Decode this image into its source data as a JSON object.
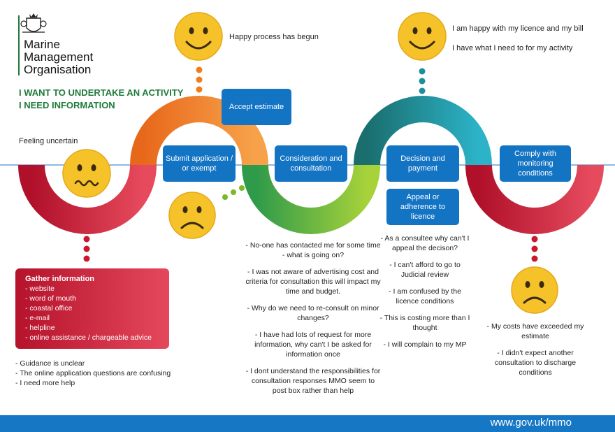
{
  "branding": {
    "org_name_lines": [
      "Marine",
      "Management",
      "Organisation"
    ],
    "logo_icon": "royal-coat-of-arms-icon"
  },
  "headline": {
    "line1": "I WANT TO UNDERTAKE AN ACTIVITY",
    "line2": "I NEED INFORMATION"
  },
  "captions": {
    "feeling_uncertain": "Feeling uncertain",
    "happy_process": "Happy process has begun",
    "happy_licence": "I am happy with my licence and my bill",
    "activity_needs": "I have what I need to for my activity"
  },
  "stages": {
    "submit": "Submit application / or exempt",
    "accept": "Accept estimate",
    "consideration": "Consideration and consultation",
    "decision": "Decision and payment",
    "appeal": "Appeal or adherence to licence",
    "comply": "Comply with monitoring conditions"
  },
  "gather_info": {
    "title": "Gather information",
    "items": [
      "- website",
      "- word of mouth",
      "- coastal office",
      "- e-mail",
      "- helpline",
      "- online assistance / chargeable advice"
    ]
  },
  "notes": {
    "start": [
      "- Guidance is unclear",
      "- The online application questions are confusing",
      "- I need more help"
    ],
    "consultation": [
      "- No-one has contacted me for some time - what is going on?",
      "- I was not aware of advertising cost and criteria for consultation this will impact my time and budget.",
      "- Why do we need to re-consult on minor changes?",
      "- I have had lots of request for more information, why can't I be asked for information once",
      "- I dont understand the responsibilities for consultation responses MMO seem to post box rather than help"
    ],
    "decision": [
      "- As a consultee why can't I appeal the decison?",
      "- I can't afford to go to Judicial review",
      "- I am confused by the licence conditions",
      "- This is costing more than I thought",
      "- I will complain to my MP"
    ],
    "monitoring": [
      "- My costs have exceeded my estimate",
      "- I didn't expect another consultation to discharge conditions"
    ]
  },
  "faces": [
    {
      "name": "worried-face-icon",
      "mood": "worried"
    },
    {
      "name": "happy-face-icon",
      "mood": "happy"
    },
    {
      "name": "sad-face-icon",
      "mood": "sad"
    },
    {
      "name": "happy-face-icon",
      "mood": "happy"
    },
    {
      "name": "sad-face-icon",
      "mood": "sad"
    }
  ],
  "colors": {
    "red": "#c8192f",
    "orange": "#f07d1a",
    "green": "#7ab826",
    "teal": "#1d8f98",
    "blue_box": "#1474c4",
    "headline_green": "#1f7a3a",
    "face_yellow": "#f6c22a"
  },
  "footer": {
    "url": "www.gov.uk/mmo"
  }
}
